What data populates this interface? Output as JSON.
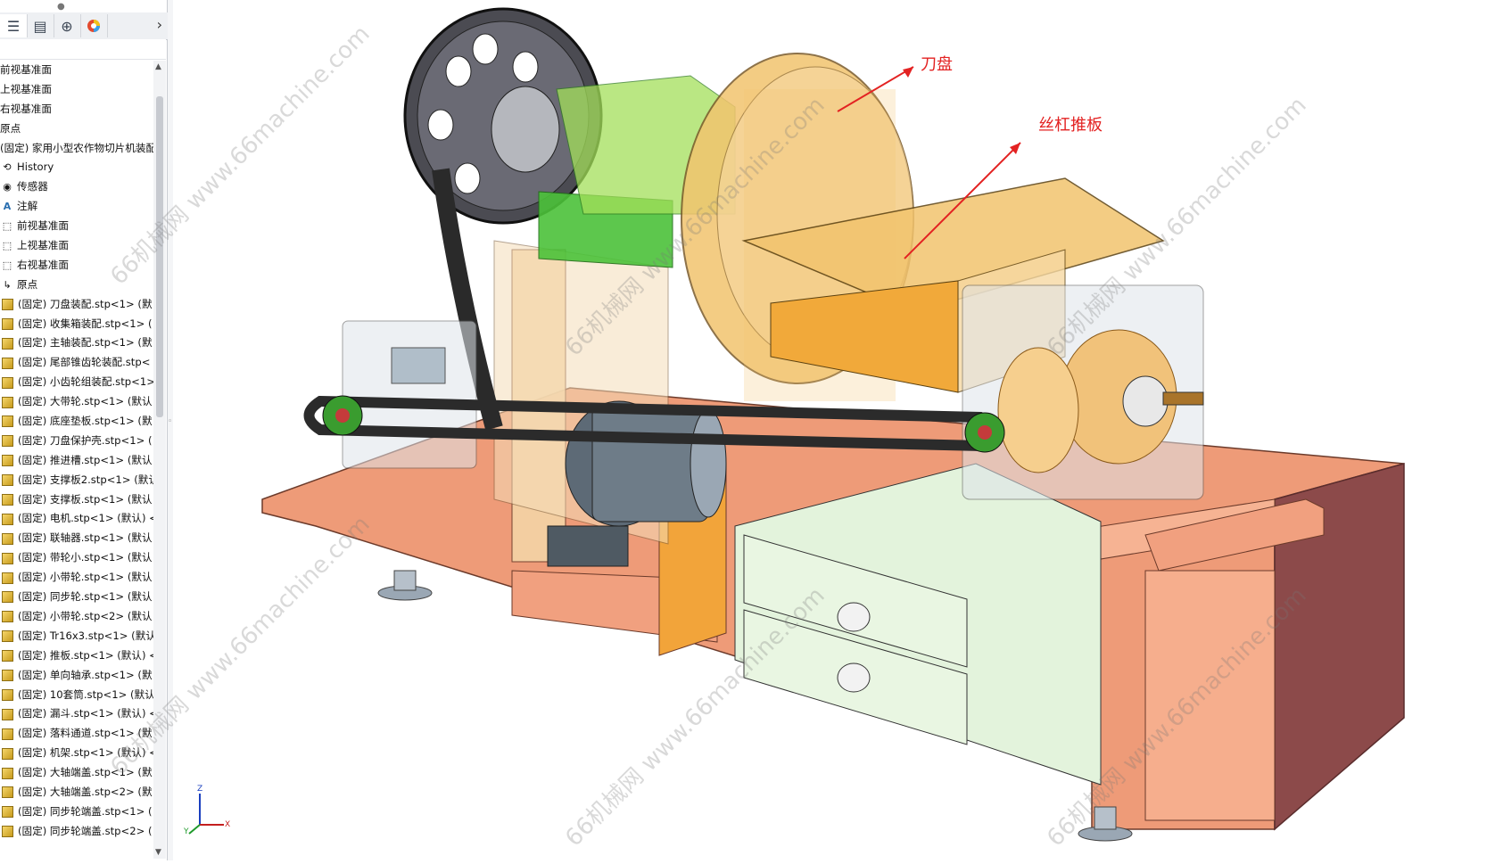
{
  "feature_tree": {
    "tabs": [
      "feature-manager",
      "property-manager",
      "configuration-manager",
      "display-manager"
    ],
    "items": [
      {
        "label": "前视基准面",
        "icon": "none"
      },
      {
        "label": "上视基准面",
        "icon": "none"
      },
      {
        "label": "右视基准面",
        "icon": "none"
      },
      {
        "label": "原点",
        "icon": "none"
      },
      {
        "label": "(固定) 家用小型农作物切片机装配",
        "icon": "none"
      },
      {
        "label": "History",
        "icon": "history-icon"
      },
      {
        "label": "传感器",
        "icon": "sensor-icon"
      },
      {
        "label": "注解",
        "icon": "annotation-icon"
      },
      {
        "label": "前视基准面",
        "icon": "plane-icon"
      },
      {
        "label": "上视基准面",
        "icon": "plane-icon"
      },
      {
        "label": "右视基准面",
        "icon": "plane-icon"
      },
      {
        "label": "原点",
        "icon": "origin-icon"
      },
      {
        "label": "(固定) 刀盘装配.stp<1> (默",
        "icon": "part-icon"
      },
      {
        "label": "(固定) 收集箱装配.stp<1> (",
        "icon": "part-icon"
      },
      {
        "label": "(固定) 主轴装配.stp<1> (默",
        "icon": "part-icon"
      },
      {
        "label": "(固定) 尾部锥齿轮装配.stp<",
        "icon": "part-icon"
      },
      {
        "label": "(固定) 小齿轮组装配.stp<1>",
        "icon": "part-icon"
      },
      {
        "label": "(固定) 大带轮.stp<1> (默认",
        "icon": "part-icon"
      },
      {
        "label": "(固定) 底座垫板.stp<1> (默",
        "icon": "part-icon"
      },
      {
        "label": "(固定) 刀盘保护壳.stp<1> (",
        "icon": "part-icon"
      },
      {
        "label": "(固定) 推进槽.stp<1> (默认",
        "icon": "part-icon"
      },
      {
        "label": "(固定) 支撑板2.stp<1> (默认",
        "icon": "part-icon"
      },
      {
        "label": "(固定) 支撑板.stp<1> (默认",
        "icon": "part-icon"
      },
      {
        "label": "(固定) 电机.stp<1> (默认) <",
        "icon": "part-icon"
      },
      {
        "label": "(固定) 联轴器.stp<1> (默认",
        "icon": "part-icon"
      },
      {
        "label": "(固定) 带轮小.stp<1> (默认",
        "icon": "part-icon"
      },
      {
        "label": "(固定) 小带轮.stp<1> (默认",
        "icon": "part-icon"
      },
      {
        "label": "(固定) 同步轮.stp<1> (默认",
        "icon": "part-icon"
      },
      {
        "label": "(固定) 小带轮.stp<2> (默认",
        "icon": "part-icon"
      },
      {
        "label": "(固定) Tr16x3.stp<1> (默认",
        "icon": "part-icon"
      },
      {
        "label": "(固定) 推板.stp<1> (默认) <",
        "icon": "part-icon"
      },
      {
        "label": "(固定) 单向轴承.stp<1> (默",
        "icon": "part-icon"
      },
      {
        "label": "(固定) 10套筒.stp<1> (默认",
        "icon": "part-icon"
      },
      {
        "label": "(固定) 漏斗.stp<1> (默认) <",
        "icon": "part-icon"
      },
      {
        "label": "(固定) 落料通道.stp<1> (默",
        "icon": "part-icon"
      },
      {
        "label": "(固定) 机架.stp<1> (默认) <",
        "icon": "part-icon"
      },
      {
        "label": "(固定) 大轴端盖.stp<1> (默",
        "icon": "part-icon"
      },
      {
        "label": "(固定) 大轴端盖.stp<2> (默",
        "icon": "part-icon"
      },
      {
        "label": "(固定) 同步轮端盖.stp<1> (",
        "icon": "part-icon"
      },
      {
        "label": "(固定) 同步轮端盖.stp<2> (",
        "icon": "part-icon"
      }
    ]
  },
  "callouts": {
    "cutter_disc": "刀盘",
    "screw_push_plate": "丝杠推板"
  },
  "watermarks": {
    "text_a": "66机械网 www.66machine.com"
  },
  "triad": {
    "x": "X",
    "y": "Y",
    "z": "Z"
  },
  "colors": {
    "base_orange": "#e8916c",
    "base_side": "#8c4a4a",
    "guard_yellow": "#f2c46e",
    "bracket_green": "#4cc23a",
    "drawer_green": "#e3f3dc",
    "belt_dark": "#333333",
    "callout_red": "#e32222"
  }
}
